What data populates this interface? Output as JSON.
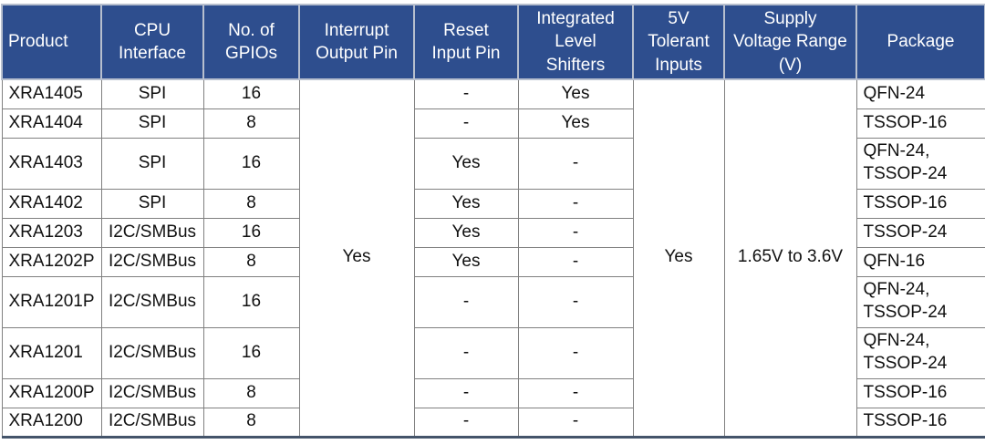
{
  "colors": {
    "header_bg": "#2E4E8E",
    "header_text": "#FFFFFF",
    "grid_border": "#808080",
    "header_divider": "#B7BFCE",
    "outer_bottom": "#44546A",
    "body_text": "#111111",
    "page_bg": "#FFFFFF"
  },
  "table": {
    "headers": [
      "Product",
      "CPU\nInterface",
      "No. of\nGPIOs",
      "Interrupt\nOutput Pin",
      "Reset\nInput Pin",
      "Integrated\nLevel\nShifters",
      "5V\nTolerant\nInputs",
      "Supply\nVoltage Range\n(V)",
      "Package"
    ],
    "merged": {
      "interrupt": "Yes",
      "tolerant": "Yes",
      "supply": "1.65V to 3.6V"
    },
    "rows": [
      {
        "product": "XRA1405",
        "cpu": "SPI",
        "gpios": "16",
        "reset": "-",
        "shifters": "Yes",
        "pkg": "QFN-24"
      },
      {
        "product": "XRA1404",
        "cpu": "SPI",
        "gpios": "8",
        "reset": "-",
        "shifters": "Yes",
        "pkg": "TSSOP-16"
      },
      {
        "product": "XRA1403",
        "cpu": "SPI",
        "gpios": "16",
        "reset": "Yes",
        "shifters": "-",
        "pkg": "QFN-24,\nTSSOP-24"
      },
      {
        "product": "XRA1402",
        "cpu": "SPI",
        "gpios": "8",
        "reset": "Yes",
        "shifters": "-",
        "pkg": "TSSOP-16"
      },
      {
        "product": "XRA1203",
        "cpu": "I2C/SMBus",
        "gpios": "16",
        "reset": "Yes",
        "shifters": "-",
        "pkg": "TSSOP-24"
      },
      {
        "product": "XRA1202P",
        "cpu": "I2C/SMBus",
        "gpios": "8",
        "reset": "Yes",
        "shifters": "-",
        "pkg": "QFN-16"
      },
      {
        "product": "XRA1201P",
        "cpu": "I2C/SMBus",
        "gpios": "16",
        "reset": "-",
        "shifters": "-",
        "pkg": "QFN-24,\nTSSOP-24"
      },
      {
        "product": "XRA1201",
        "cpu": "I2C/SMBus",
        "gpios": "16",
        "reset": "-",
        "shifters": "-",
        "pkg": "QFN-24,\nTSSOP-24"
      },
      {
        "product": "XRA1200P",
        "cpu": "I2C/SMBus",
        "gpios": "8",
        "reset": "-",
        "shifters": "-",
        "pkg": "TSSOP-16"
      },
      {
        "product": "XRA1200",
        "cpu": "I2C/SMBus",
        "gpios": "8",
        "reset": "-",
        "shifters": "-",
        "pkg": "TSSOP-16"
      }
    ]
  }
}
